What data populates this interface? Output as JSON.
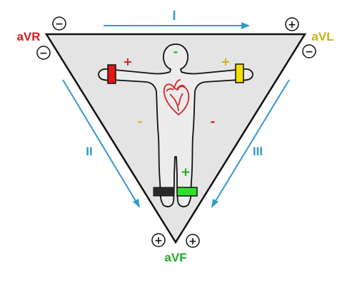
{
  "colors": {
    "triangle_fill": "#e4e4e4",
    "triangle_stroke": "#111111",
    "arrow": "#3399cc",
    "red": "#d81c1c",
    "yellow": "#c8b414",
    "yellow_electrode": "#f3e100",
    "green": "#22aa22",
    "green_electrode": "#2ee02e",
    "black_electrode": "#2a2a2a",
    "heart": "#d02828"
  },
  "leads": {
    "avr": "aVR",
    "avl": "aVL",
    "avf": "aVF",
    "lead_i": "I",
    "lead_ii": "II",
    "lead_iii": "III"
  },
  "polarity_circles": {
    "top_left": "−",
    "top_left_lower": "−",
    "top_right": "+",
    "top_right_lower": "−",
    "bottom_left": "+",
    "bottom_right": "+"
  },
  "body_signs": {
    "right_arm": "+",
    "left_arm": "+",
    "head": "-",
    "chest_left": "-",
    "chest_right": "-",
    "left_leg": "+"
  },
  "icons": {
    "heart": "heart-icon",
    "body": "human-body-outline-icon"
  }
}
